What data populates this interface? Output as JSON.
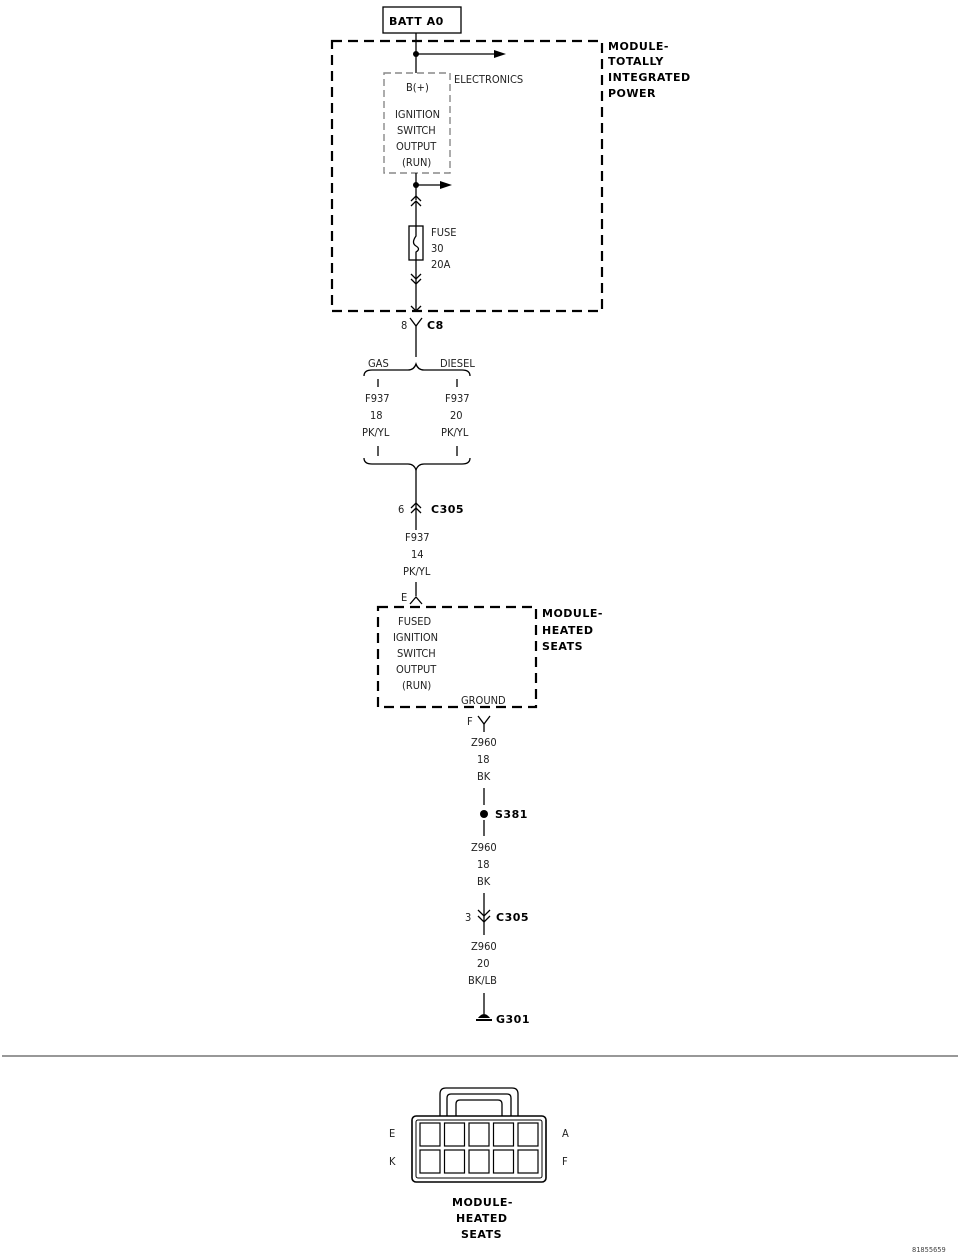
{
  "batt": "BATT A0",
  "tipm": {
    "title": [
      "MODULE-",
      "TOTALLY",
      "INTEGRATED",
      "POWER"
    ],
    "electronics": "ELECTRONICS",
    "bplus": "B(+)",
    "ign": [
      "IGNITION",
      "SWITCH",
      "OUTPUT",
      "(RUN)"
    ],
    "fuse": [
      "FUSE",
      "30",
      "20A"
    ]
  },
  "c8": {
    "pin": "8",
    "name": "C8"
  },
  "variants": {
    "gas": {
      "label": "GAS",
      "circuit": "F937",
      "gauge": "18",
      "color": "PK/YL"
    },
    "diesel": {
      "label": "DIESEL",
      "circuit": "F937",
      "gauge": "20",
      "color": "PK/YL"
    }
  },
  "c305_top": {
    "pin": "6",
    "name": "C305"
  },
  "wire_f937_14": {
    "circuit": "F937",
    "gauge": "14",
    "color": "PK/YL"
  },
  "pin_e": "E",
  "heated": {
    "title": [
      "MODULE-",
      "HEATED",
      "SEATS"
    ],
    "inner": [
      "FUSED",
      "IGNITION",
      "SWITCH",
      "OUTPUT",
      "(RUN)"
    ],
    "ground": "GROUND"
  },
  "pin_f": "F",
  "wire_z960_a": {
    "circuit": "Z960",
    "gauge": "18",
    "color": "BK"
  },
  "splice": "S381",
  "wire_z960_b": {
    "circuit": "Z960",
    "gauge": "18",
    "color": "BK"
  },
  "c305_bot": {
    "pin": "3",
    "name": "C305"
  },
  "wire_z960_c": {
    "circuit": "Z960",
    "gauge": "20",
    "color": "BK/LB"
  },
  "ground_pt": "G301",
  "connector_view": {
    "pins": {
      "e": "E",
      "a": "A",
      "k": "K",
      "f": "F"
    },
    "title": [
      "MODULE-",
      "HEATED",
      "SEATS"
    ]
  },
  "figure_id": "81855659"
}
